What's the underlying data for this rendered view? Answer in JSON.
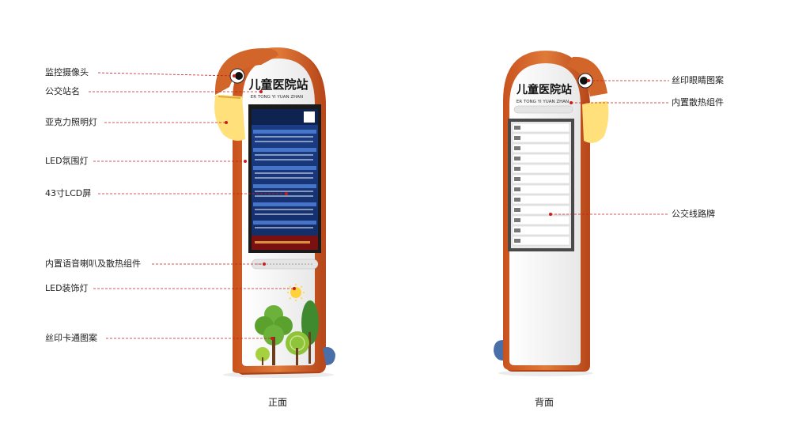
{
  "front": {
    "caption": "正面",
    "sign_title": "儿童医院站",
    "sign_subtitle": "ER TONG YI YUAN ZHAN",
    "callouts": [
      "监控摄像头",
      "公交站名",
      "亚克力照明灯",
      "LED氛围灯",
      "43寸LCD屏",
      "内置语音喇叭及散热组件",
      "LED装饰灯",
      "丝印卡通图案"
    ]
  },
  "back": {
    "caption": "背面",
    "sign_title": "儿童医院站",
    "sign_subtitle": "ER TONG YI YUAN ZHAN",
    "callouts": [
      "丝印眼睛图案",
      "内置散热组件",
      "公交线路牌"
    ]
  },
  "colors": {
    "body_orange": "#d2652a",
    "beak_yellow": "#ffe07a",
    "screen_blue": "#1a3f8c",
    "callout_red": "#c81d1d",
    "panel_white": "#f4f4f4"
  }
}
